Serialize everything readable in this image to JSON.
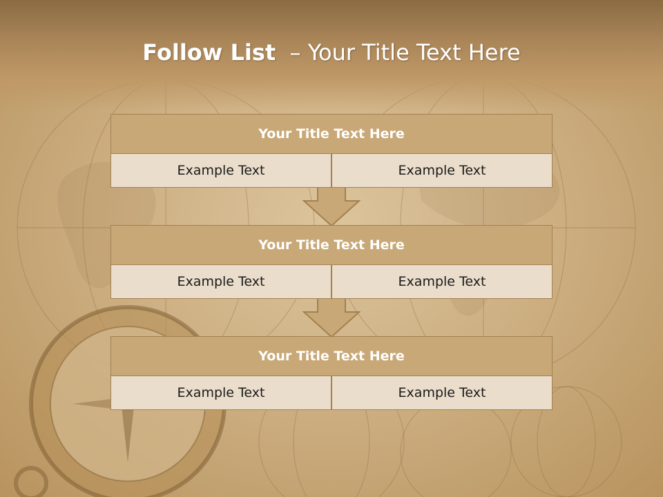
{
  "slide": {
    "title_bold": "Follow List",
    "title_rest": "  – Your Title Text Here",
    "blocks": [
      {
        "title": "Your Title Text Here",
        "left": "Example Text",
        "right": "Example Text"
      },
      {
        "title": "Your Title Text Here",
        "left": "Example Text",
        "right": "Example Text"
      },
      {
        "title": "Your Title Text Here",
        "left": "Example Text",
        "right": "Example Text"
      }
    ]
  },
  "colors": {
    "header_fill": "#c9a877",
    "cell_fill": "#eaddcb",
    "border": "#a3804f",
    "arrow_fill": "#c9a877",
    "banner": "#8a6b43"
  }
}
